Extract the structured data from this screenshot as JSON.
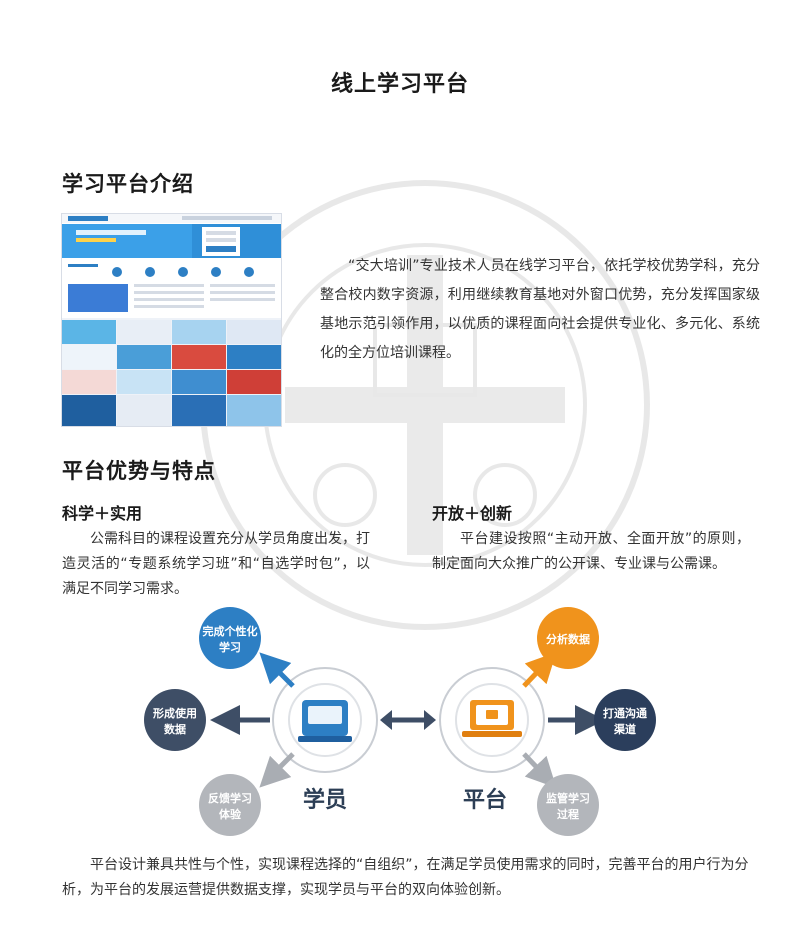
{
  "page": {
    "title": "线上学习平台"
  },
  "intro": {
    "heading": "学习平台介绍",
    "body": "“交大培训”专业技术人员在线学习平台，依托学校优势学科，充分整合校内数字资源，利用继续教育基地对外窗口优势，充分发挥国家级基地示范引领作用，以优质的课程面向社会提供专业化、多元化、系统化的全方位培训课程。"
  },
  "advantages": {
    "heading": "平台优势与特点",
    "left": {
      "title": "科学＋实用",
      "body": "公需科目的课程设置充分从学员角度出发，打造灵活的“专题系统学习班”和“自选学时包”，以满足不同学习需求。"
    },
    "right": {
      "title": "开放＋创新",
      "body": "平台建设按照“主动开放、全面开放”的原则，制定面向大众推广的公开课、专业课与公需课。"
    }
  },
  "diagram": {
    "student_label": "学员",
    "platform_label": "平台",
    "student_nodes": [
      {
        "line1": "完成个性化",
        "line2": "学习",
        "color": "#2d7fc4"
      },
      {
        "line1": "形成使用",
        "line2": "数据",
        "color": "#3e4e66"
      },
      {
        "line1": "反馈学习",
        "line2": "体验",
        "color": "#b3b6bb"
      }
    ],
    "platform_nodes": [
      {
        "line1": "分析数据",
        "line2": "",
        "color": "#f0931c"
      },
      {
        "line1": "打通沟通",
        "line2": "渠道",
        "color": "#2b3e5c"
      },
      {
        "line1": "监管学习",
        "line2": "过程",
        "color": "#b3b6bb"
      }
    ],
    "colors": {
      "primary_blue": "#2d7fc4",
      "navy": "#2b3e5c",
      "orange": "#f0931c",
      "gray": "#b3b6bb"
    }
  },
  "summary": {
    "body": "平台设计兼具共性与个性，实现课程选择的“自组织”，在满足学员使用需求的同时，完善平台的用户行为分析，为平台的发展运营提供数据支撑，实现学员与平台的双向体验创新。"
  }
}
